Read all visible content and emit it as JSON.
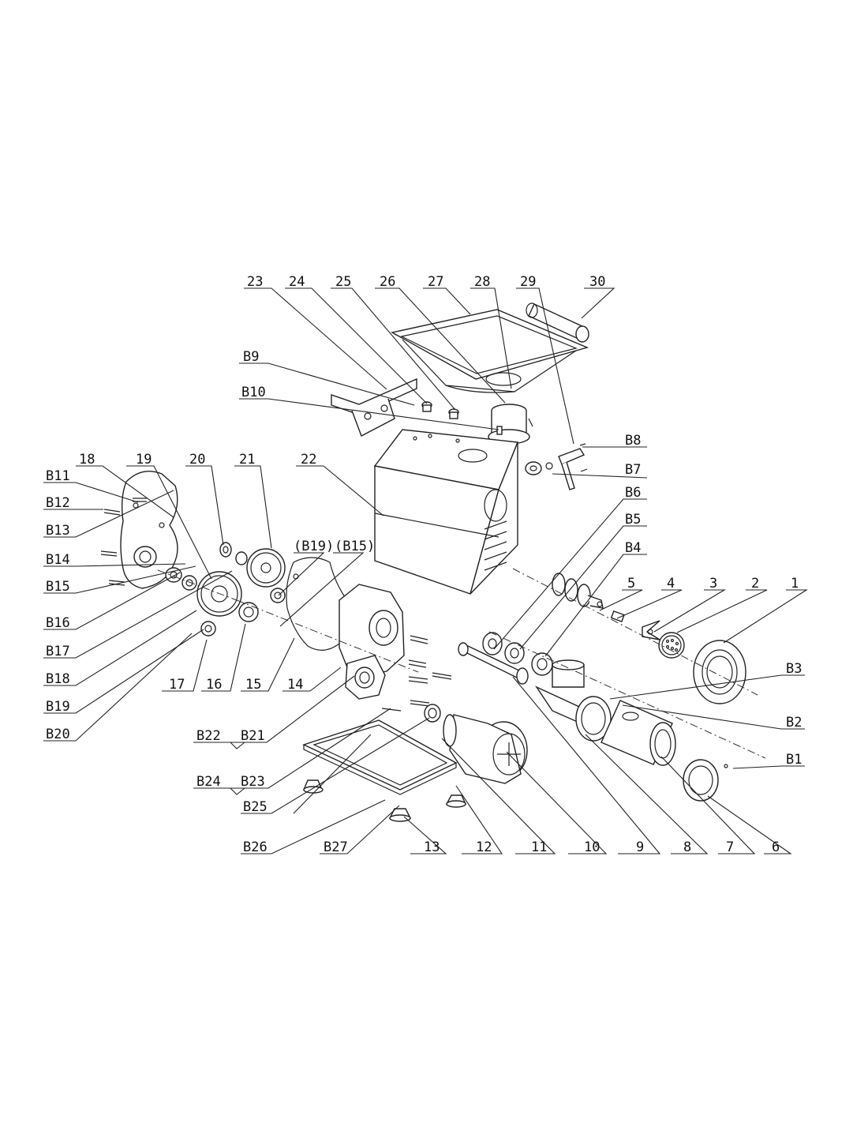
{
  "diagram": {
    "labels": [
      {
        "id": "23",
        "text": "23"
      },
      {
        "id": "24",
        "text": "24"
      },
      {
        "id": "25",
        "text": "25"
      },
      {
        "id": "26",
        "text": "26"
      },
      {
        "id": "27",
        "text": "27"
      },
      {
        "id": "28",
        "text": "28"
      },
      {
        "id": "29",
        "text": "29"
      },
      {
        "id": "30",
        "text": "30"
      },
      {
        "id": "B9",
        "text": "B9"
      },
      {
        "id": "B10",
        "text": "B10"
      },
      {
        "id": "B8",
        "text": "B8"
      },
      {
        "id": "B7",
        "text": "B7"
      },
      {
        "id": "18",
        "text": "18"
      },
      {
        "id": "19",
        "text": "19"
      },
      {
        "id": "20",
        "text": "20"
      },
      {
        "id": "21",
        "text": "21"
      },
      {
        "id": "22",
        "text": "22"
      },
      {
        "id": "B6",
        "text": "B6"
      },
      {
        "id": "B5",
        "text": "B5"
      },
      {
        "id": "B4",
        "text": "B4"
      },
      {
        "id": "5",
        "text": "5"
      },
      {
        "id": "4",
        "text": "4"
      },
      {
        "id": "3",
        "text": "3"
      },
      {
        "id": "2",
        "text": "2"
      },
      {
        "id": "1",
        "text": "1"
      },
      {
        "id": "B11",
        "text": "B11"
      },
      {
        "id": "B12",
        "text": "B12"
      },
      {
        "id": "B13",
        "text": "B13"
      },
      {
        "id": "B14",
        "text": "B14"
      },
      {
        "id": "B15",
        "text": "B15"
      },
      {
        "id": "B16",
        "text": "B16"
      },
      {
        "id": "B17",
        "text": "B17"
      },
      {
        "id": "B18",
        "text": "B18"
      },
      {
        "id": "B19",
        "text": "B19"
      },
      {
        "id": "B20",
        "text": "B20"
      },
      {
        "id": "B19p",
        "text": "(B19)"
      },
      {
        "id": "B15p",
        "text": "(B15)"
      },
      {
        "id": "17",
        "text": "17"
      },
      {
        "id": "16",
        "text": "16"
      },
      {
        "id": "15",
        "text": "15"
      },
      {
        "id": "14",
        "text": "14"
      },
      {
        "id": "B3",
        "text": "B3"
      },
      {
        "id": "B2",
        "text": "B2"
      },
      {
        "id": "B1",
        "text": "B1"
      },
      {
        "id": "B22",
        "text": "B22"
      },
      {
        "id": "B21",
        "text": "B21"
      },
      {
        "id": "B24",
        "text": "B24"
      },
      {
        "id": "B23",
        "text": "B23"
      },
      {
        "id": "B25",
        "text": "B25"
      },
      {
        "id": "B26",
        "text": "B26"
      },
      {
        "id": "B27",
        "text": "B27"
      },
      {
        "id": "13",
        "text": "13"
      },
      {
        "id": "12",
        "text": "12"
      },
      {
        "id": "11",
        "text": "11"
      },
      {
        "id": "10",
        "text": "10"
      },
      {
        "id": "9",
        "text": "9"
      },
      {
        "id": "8",
        "text": "8"
      },
      {
        "id": "7",
        "text": "7"
      },
      {
        "id": "6",
        "text": "6"
      }
    ]
  }
}
